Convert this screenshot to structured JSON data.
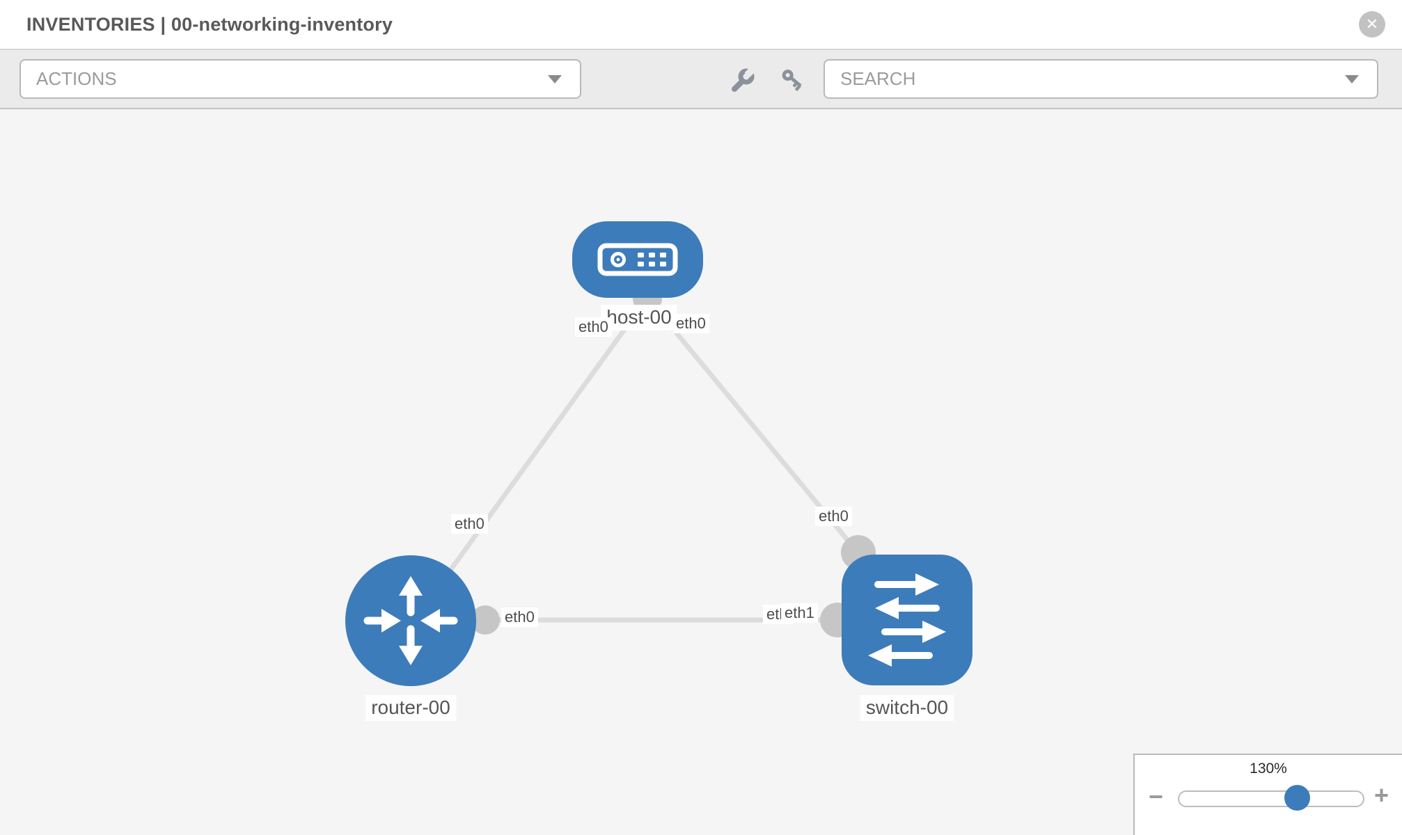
{
  "header": {
    "title": "INVENTORIES | 00-networking-inventory",
    "close_glyph": "✕"
  },
  "toolbar": {
    "actions_label": "ACTIONS",
    "search_placeholder": "SEARCH",
    "icons": [
      "wrench-icon",
      "key-icon"
    ]
  },
  "topology": {
    "nodes": [
      {
        "label": "host-00",
        "type": "host"
      },
      {
        "label": "router-00",
        "type": "router"
      },
      {
        "label": "switch-00",
        "type": "switch"
      }
    ],
    "connections": [
      {
        "from": "host-00",
        "to": "router-00"
      },
      {
        "from": "host-00",
        "to": "switch-00"
      },
      {
        "from": "router-00",
        "to": "switch-00"
      }
    ],
    "interface_labels": [
      "eth0",
      "eth0",
      "eth0",
      "eth0",
      "eth0",
      "eth0",
      "eth1"
    ]
  },
  "zoom_control": {
    "level": "130%",
    "minus_label": "−",
    "plus_label": "+"
  },
  "colors": {
    "node_blue": "#3d7cba",
    "link_gray": "#dcdcdc",
    "connector_gray": "#c6c6c6",
    "canvas_bg": "#f5f5f5"
  }
}
